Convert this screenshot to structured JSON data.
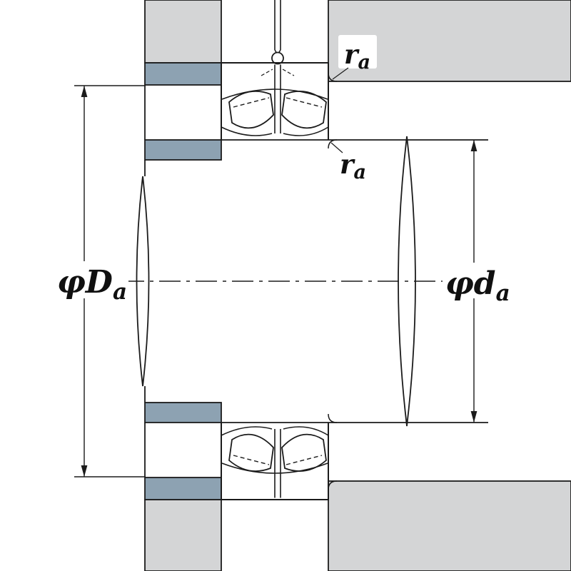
{
  "figure": {
    "labels": {
      "fillet_radius_housing": {
        "main": "r",
        "sub": "a"
      },
      "fillet_radius_shaft": {
        "main": "r",
        "sub": "a"
      },
      "housing_shoulder_diameter": {
        "main": "φD",
        "sub": "a"
      },
      "shaft_shoulder_diameter": {
        "main": "φd",
        "sub": "a"
      }
    },
    "colors": {
      "background": "#ffffff",
      "section_gray": "#d4d5d6",
      "abutment_blue": "#8da2b2",
      "line": "#1b1b1b"
    }
  }
}
